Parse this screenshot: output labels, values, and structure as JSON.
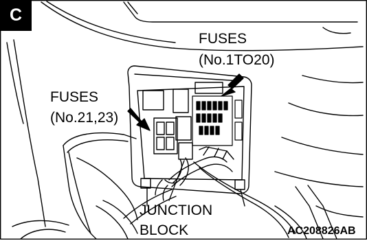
{
  "view_label": "C",
  "callouts": {
    "fuses_1_20": {
      "line1": "FUSES",
      "line2": "(No.1TO20)"
    },
    "fuses_21_23": {
      "line1": "FUSES",
      "line2": "(No.21,23)"
    },
    "junction_block": {
      "line1": "JUNCTION",
      "line2": "BLOCK"
    }
  },
  "figure_code": "AC208826AB"
}
